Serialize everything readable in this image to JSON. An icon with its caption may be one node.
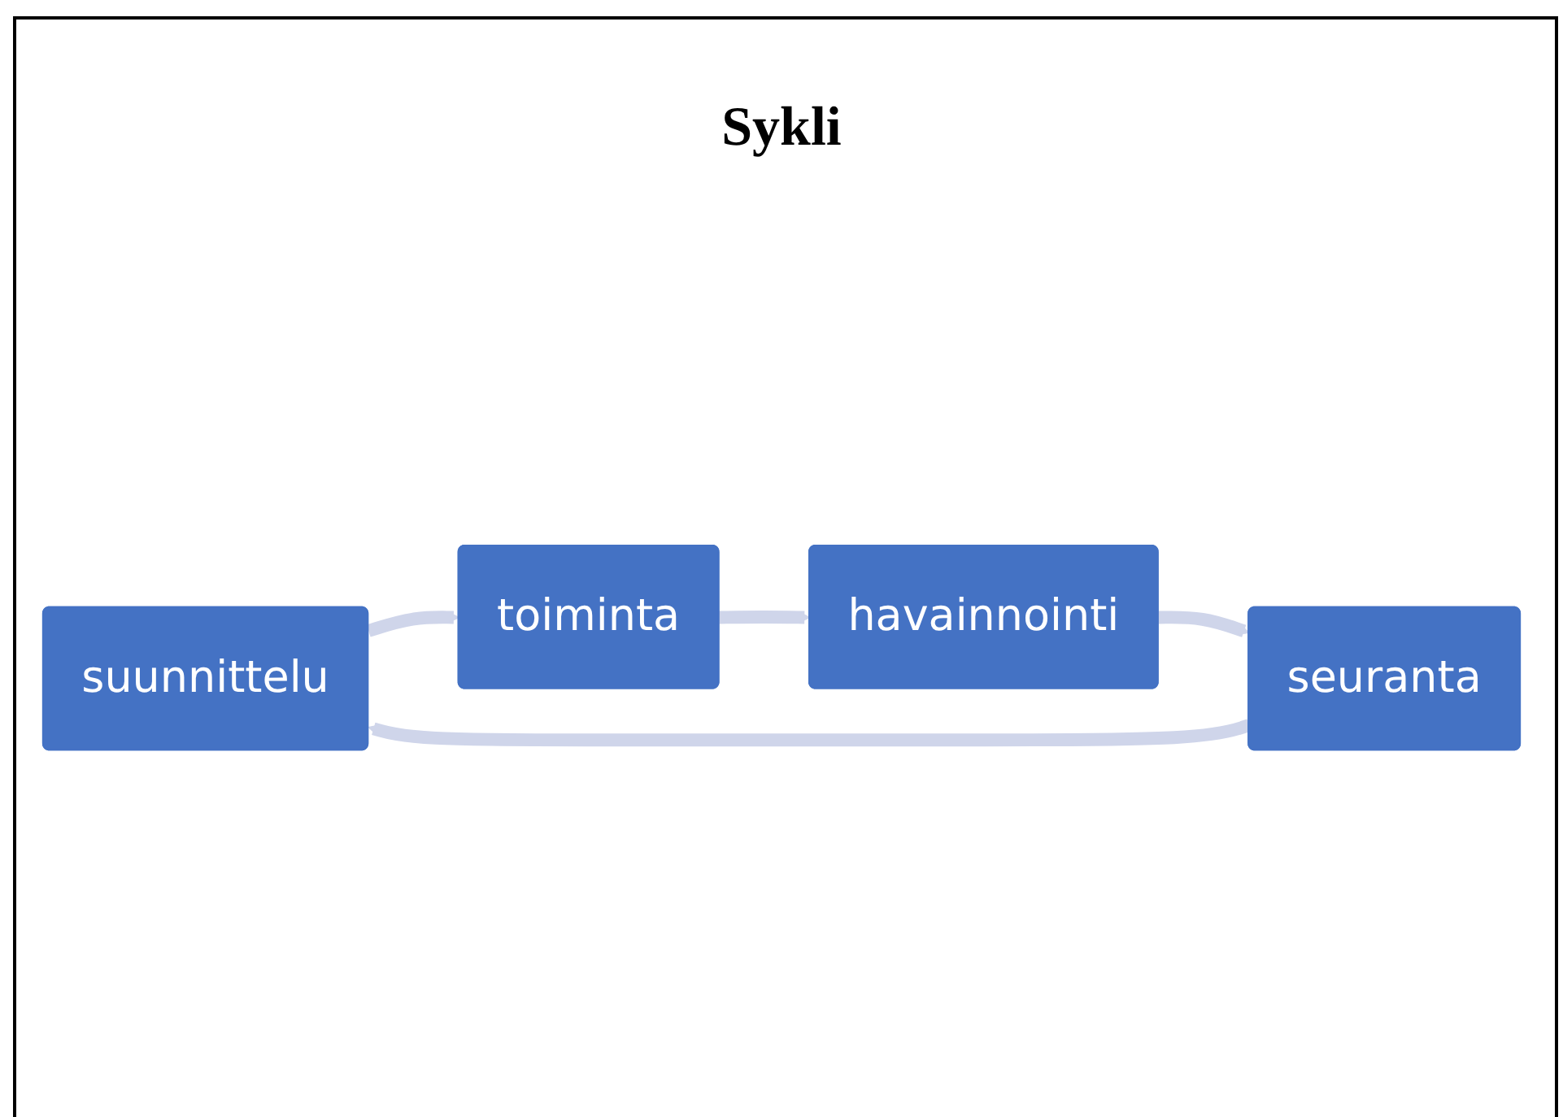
{
  "diagram": {
    "title": "Sykli",
    "nodes": [
      {
        "text": [
          "suunnittelu"
        ]
      },
      {
        "text": [
          "toiminta"
        ]
      },
      {
        "text": [
          "havainnointi"
        ]
      },
      {
        "text": [
          "seuranta"
        ]
      }
    ],
    "edges": [
      {
        "from": 0,
        "to": 1,
        "arrow": "to"
      },
      {
        "from": 1,
        "to": 2,
        "arrow": "to"
      },
      {
        "from": 2,
        "to": 3,
        "arrow": "to"
      },
      {
        "from": 3,
        "to": 0,
        "arrow": "to"
      }
    ]
  }
}
